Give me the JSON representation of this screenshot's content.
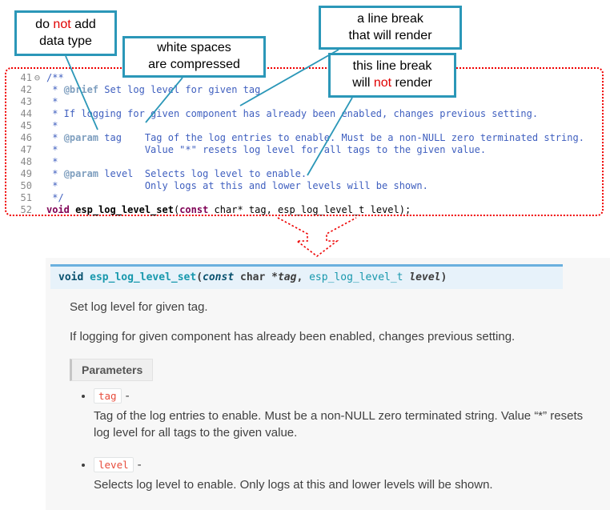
{
  "callouts": {
    "no_datatype": {
      "line1_pre": "do ",
      "line1_em": "not",
      "line1_post": " add",
      "line2": "data type"
    },
    "whitespace": {
      "line1": "white spaces",
      "line2": "are  compressed"
    },
    "break_render": {
      "line1": "a line break",
      "line2": "that will render"
    },
    "break_norender": {
      "line1": "this line break",
      "line2_pre": "will ",
      "line2_em": "not",
      "line2_post": " render"
    }
  },
  "colors": {
    "callout_border": "#2b97b8",
    "annotation_red": "#e00000",
    "frame_dotted_red": "#f00000",
    "comment_blue": "#3F5FBF",
    "keyword_maroon": "#7f0055",
    "sig_bar_bg": "#e7f2fa",
    "sig_bar_border": "#6ab0de",
    "chip_red": "#e74c3c",
    "doc_panel_bg": "#f7f7f7"
  },
  "code": {
    "lines": [
      {
        "num": "41",
        "fold": "⊖",
        "seg": [
          {
            "t": "/**",
            "c": "cm"
          }
        ]
      },
      {
        "num": "42",
        "fold": "",
        "seg": [
          {
            "t": " * ",
            "c": "cm"
          },
          {
            "t": "@brief",
            "c": "tagk"
          },
          {
            "t": " Set log level for given tag",
            "c": "cm"
          }
        ]
      },
      {
        "num": "43",
        "fold": "",
        "seg": [
          {
            "t": " *",
            "c": "cm"
          }
        ]
      },
      {
        "num": "44",
        "fold": "",
        "seg": [
          {
            "t": " * If logging for given component has already been enabled, changes previous setting.",
            "c": "cm"
          }
        ]
      },
      {
        "num": "45",
        "fold": "",
        "seg": [
          {
            "t": " *",
            "c": "cm"
          }
        ]
      },
      {
        "num": "46",
        "fold": "",
        "seg": [
          {
            "t": " * ",
            "c": "cm"
          },
          {
            "t": "@param",
            "c": "tagk"
          },
          {
            "t": " tag    Tag of the log entries to enable. Must be a non-NULL zero terminated string.",
            "c": "cm"
          }
        ]
      },
      {
        "num": "47",
        "fold": "",
        "seg": [
          {
            "t": " *               Value \"*\" resets log level for all tags to the given value.",
            "c": "cm"
          }
        ]
      },
      {
        "num": "48",
        "fold": "",
        "seg": [
          {
            "t": " *",
            "c": "cm"
          }
        ]
      },
      {
        "num": "49",
        "fold": "",
        "seg": [
          {
            "t": " * ",
            "c": "cm"
          },
          {
            "t": "@param",
            "c": "tagk"
          },
          {
            "t": " level  Selects log level to enable.",
            "c": "cm"
          }
        ]
      },
      {
        "num": "50",
        "fold": "",
        "seg": [
          {
            "t": " *               Only logs at this and lower levels will be shown.",
            "c": "cm"
          }
        ]
      },
      {
        "num": "51",
        "fold": "",
        "seg": [
          {
            "t": " */",
            "c": "cm"
          }
        ]
      },
      {
        "num": "52",
        "fold": "",
        "seg": [
          {
            "t": "void",
            "c": "kw"
          },
          {
            "t": " ",
            "c": "pl"
          },
          {
            "t": "esp_log_level_set",
            "c": "fnb"
          },
          {
            "t": "(",
            "c": "pl"
          },
          {
            "t": "const",
            "c": "kw"
          },
          {
            "t": " char* tag, esp_log_level_t level);",
            "c": "pl"
          }
        ]
      }
    ]
  },
  "doc": {
    "signature": [
      {
        "t": "void ",
        "c": "kw"
      },
      {
        "t": "esp_log_level_set",
        "c": "name"
      },
      {
        "t": "(",
        "c": "pl"
      },
      {
        "t": "const",
        "c": "kwi"
      },
      {
        "t": "  char *",
        "c": "pl"
      },
      {
        "t": "tag",
        "c": "arg"
      },
      {
        "t": ", ",
        "c": "pl"
      },
      {
        "t": "esp_log_level_t ",
        "c": "type"
      },
      {
        "t": "level",
        "c": "arg"
      },
      {
        "t": ")",
        "c": "pl"
      }
    ],
    "p1": "Set log level for given tag.",
    "p2": "If logging for given component has already been enabled, changes previous setting.",
    "parameters_label": "Parameters",
    "params": [
      {
        "name": "tag",
        "sep": "-",
        "desc": "Tag of the log entries to enable. Must be a non-NULL zero terminated string. Value “*” resets log level for all tags to the given value."
      },
      {
        "name": "level",
        "sep": "-",
        "desc": "Selects log level to enable. Only logs at this and lower levels will be shown."
      }
    ]
  }
}
